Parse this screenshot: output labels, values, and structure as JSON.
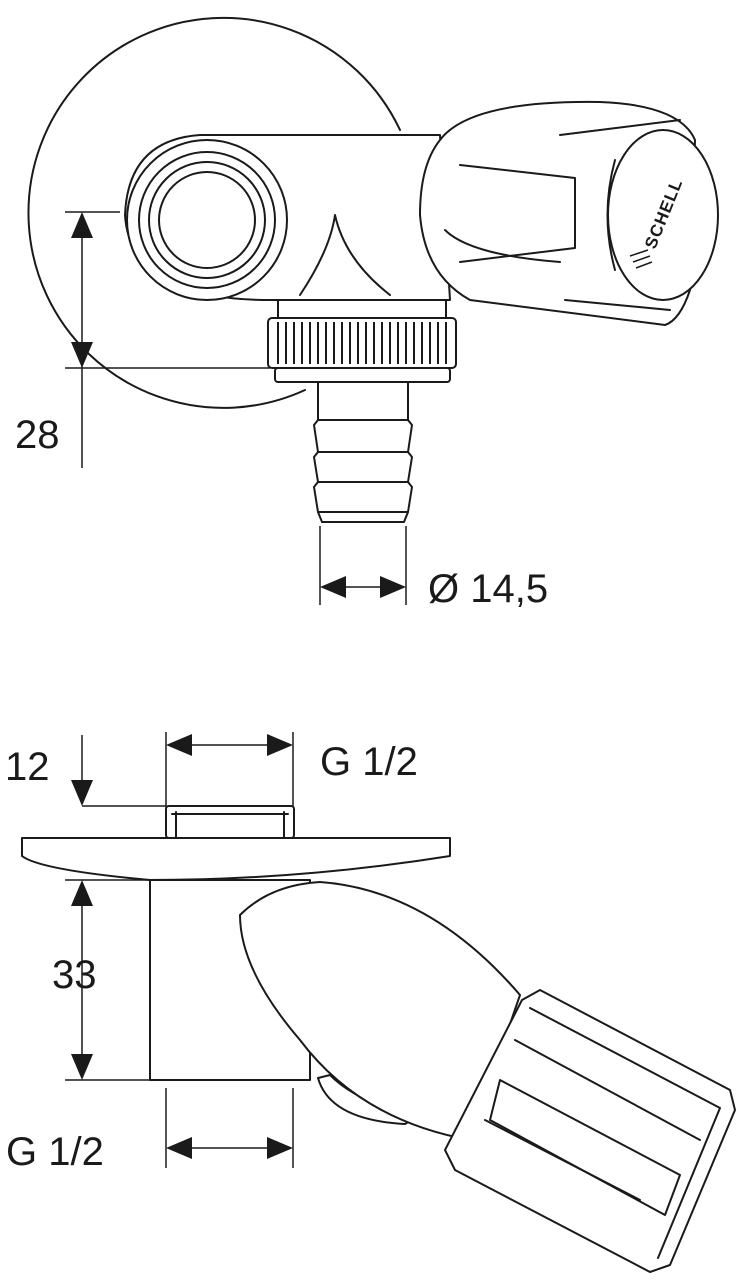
{
  "brand": {
    "label": "SCHELL"
  },
  "top_view": {
    "dim_height": "28",
    "dim_diameter": "Ø 14,5"
  },
  "side_view": {
    "dim_depth": "12",
    "dim_thread_top": "G 1/2",
    "dim_height": "33",
    "dim_thread_bottom": "G 1/2"
  },
  "colors": {
    "line": "#1a1a1a",
    "background": "#ffffff"
  }
}
